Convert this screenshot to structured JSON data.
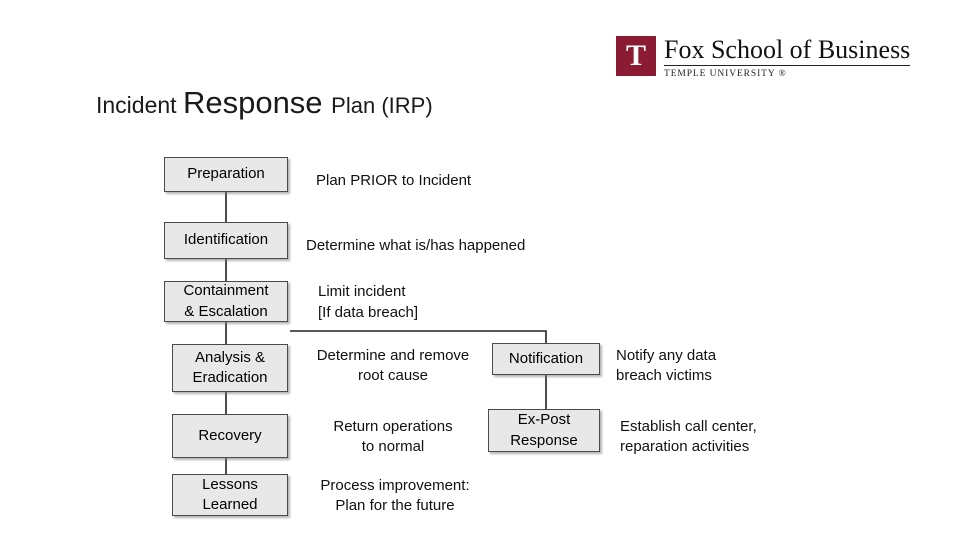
{
  "logo": {
    "mark_letter": "T",
    "title": "Fox School of Business",
    "subtitle": "TEMPLE UNIVERSITY ®"
  },
  "title": {
    "part1": "Incident ",
    "part2": "Response ",
    "part3": "Plan (IRP)"
  },
  "diagram": {
    "nodes": [
      {
        "label": "Preparation"
      },
      {
        "label": "Identification"
      },
      {
        "label": "Containment\n& Escalation"
      },
      {
        "label": "Analysis &\nEradication"
      },
      {
        "label": "Recovery"
      },
      {
        "label": "Lessons\nLearned"
      },
      {
        "label": "Notification"
      },
      {
        "label": "Ex-Post\nResponse"
      }
    ],
    "descriptions": [
      {
        "text": "Plan PRIOR to Incident"
      },
      {
        "text": "Determine what is/has happened"
      },
      {
        "text": "Limit incident"
      },
      {
        "text": "[If data breach]"
      },
      {
        "text": "Determine and remove\nroot cause"
      },
      {
        "text": "Notify any data\nbreach victims"
      },
      {
        "text": "Return operations\nto normal"
      },
      {
        "text": "Establish call center,\nreparation activities"
      },
      {
        "text": "Process improvement:\nPlan for the future"
      }
    ]
  }
}
